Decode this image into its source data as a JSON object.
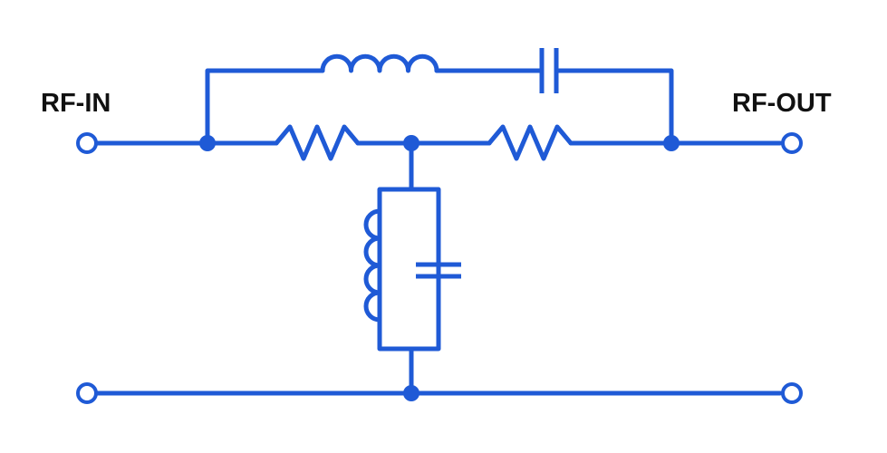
{
  "colors": {
    "wire": "#1f5ad6",
    "label": "#111111",
    "background": "#ffffff"
  },
  "labels": {
    "input": "RF-IN",
    "output": "RF-OUT"
  },
  "components": [
    {
      "id": "L1",
      "kind": "inductor",
      "branch": "series-bypass"
    },
    {
      "id": "C1",
      "kind": "capacitor",
      "branch": "series-bypass"
    },
    {
      "id": "R1",
      "kind": "resistor",
      "branch": "series-left"
    },
    {
      "id": "R2",
      "kind": "resistor",
      "branch": "series-right"
    },
    {
      "id": "L2",
      "kind": "inductor",
      "branch": "shunt-tank"
    },
    {
      "id": "C2",
      "kind": "capacitor",
      "branch": "shunt-tank"
    }
  ],
  "terminals": [
    "rf-in",
    "rf-out",
    "ground-left",
    "ground-right"
  ]
}
